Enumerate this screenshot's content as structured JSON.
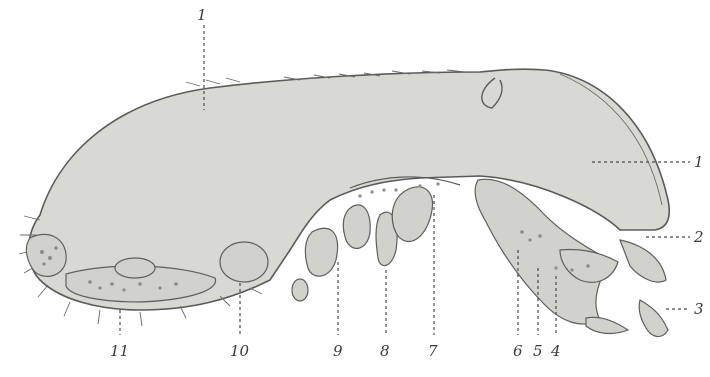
{
  "figure": {
    "labels": [
      {
        "id": "top",
        "text": "1"
      },
      {
        "id": "right-1",
        "text": "1"
      },
      {
        "id": "right-2",
        "text": "2"
      },
      {
        "id": "right-3",
        "text": "3"
      },
      {
        "id": "bottom-11",
        "text": "11"
      },
      {
        "id": "bottom-10",
        "text": "10"
      },
      {
        "id": "bottom-9",
        "text": "9"
      },
      {
        "id": "bottom-8",
        "text": "8"
      },
      {
        "id": "bottom-7",
        "text": "7"
      },
      {
        "id": "bottom-6",
        "text": "6"
      },
      {
        "id": "bottom-5",
        "text": "5"
      },
      {
        "id": "bottom-4",
        "text": "4"
      }
    ]
  }
}
